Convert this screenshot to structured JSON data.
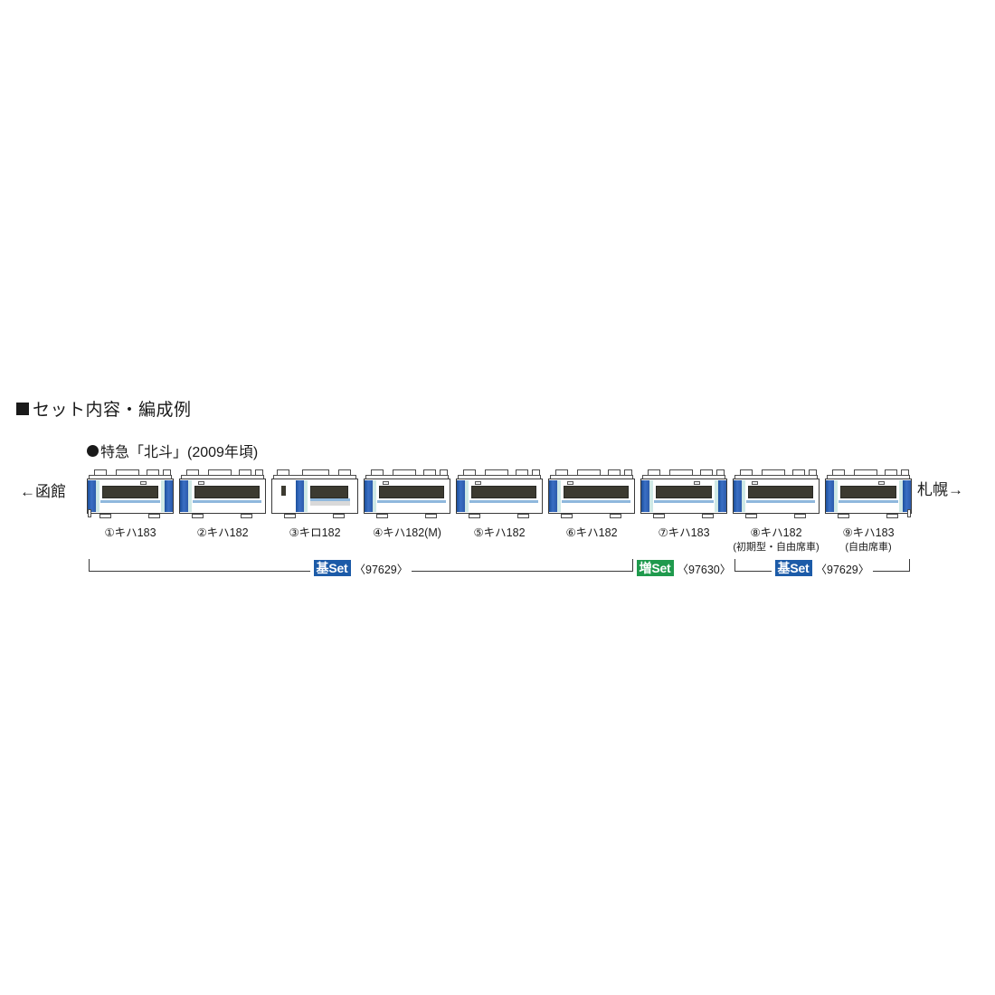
{
  "section": {
    "heading": "セット内容・編成例",
    "bullet_icon": "filled-square-icon"
  },
  "formation": {
    "title": "特急「北斗」(2009年頃)",
    "bullet_icon": "filled-circle-icon",
    "terminus_left": "←函館",
    "terminus_right": "札幌→"
  },
  "cars": [
    {
      "no": "①",
      "name": "キハ183",
      "sub": "",
      "type": "cab",
      "label": "①キハ183"
    },
    {
      "no": "②",
      "name": "キハ182",
      "sub": "",
      "type": "intermediate",
      "label": "②キハ182"
    },
    {
      "no": "③",
      "name": "キロ182",
      "sub": "",
      "type": "kiro",
      "label": "③キロ182"
    },
    {
      "no": "④",
      "name": "キハ182(M)",
      "sub": "",
      "type": "intermediate",
      "label": "④キハ182(M)"
    },
    {
      "no": "⑤",
      "name": "キハ182",
      "sub": "",
      "type": "intermediate",
      "label": "⑤キハ182"
    },
    {
      "no": "⑥",
      "name": "キハ182",
      "sub": "",
      "type": "intermediate",
      "label": "⑥キハ182"
    },
    {
      "no": "⑦",
      "name": "キハ183",
      "sub": "",
      "type": "cab",
      "label": "⑦キハ183"
    },
    {
      "no": "⑧",
      "name": "キハ182",
      "sub": "(初期型・自由席車)",
      "type": "intermediate",
      "label": "⑧キハ182"
    },
    {
      "no": "⑨",
      "name": "キハ183",
      "sub": "(自由席車)",
      "type": "cab",
      "label": "⑨キハ183"
    }
  ],
  "sets": [
    {
      "kanji": "基",
      "set_word": "Set",
      "code": "〈97629〉",
      "covers": "1-6",
      "color": "#1c5ba8"
    },
    {
      "kanji": "増",
      "set_word": "Set",
      "code": "〈97630〉",
      "covers": "7",
      "color": "#1f9a4d"
    },
    {
      "kanji": "基",
      "set_word": "Set",
      "code": "〈97629〉",
      "covers": "8-9",
      "color": "#1c5ba8"
    }
  ],
  "colors": {
    "base_set_blue": "#1c5ba8",
    "add_set_green": "#1f9a4d",
    "car_body_white": "#ffffff",
    "car_blue_panel": "#2c5bab",
    "car_window_dark": "#3c3a30",
    "car_stripe_blue": "#8fb8dd",
    "text": "#1a1a1a"
  }
}
